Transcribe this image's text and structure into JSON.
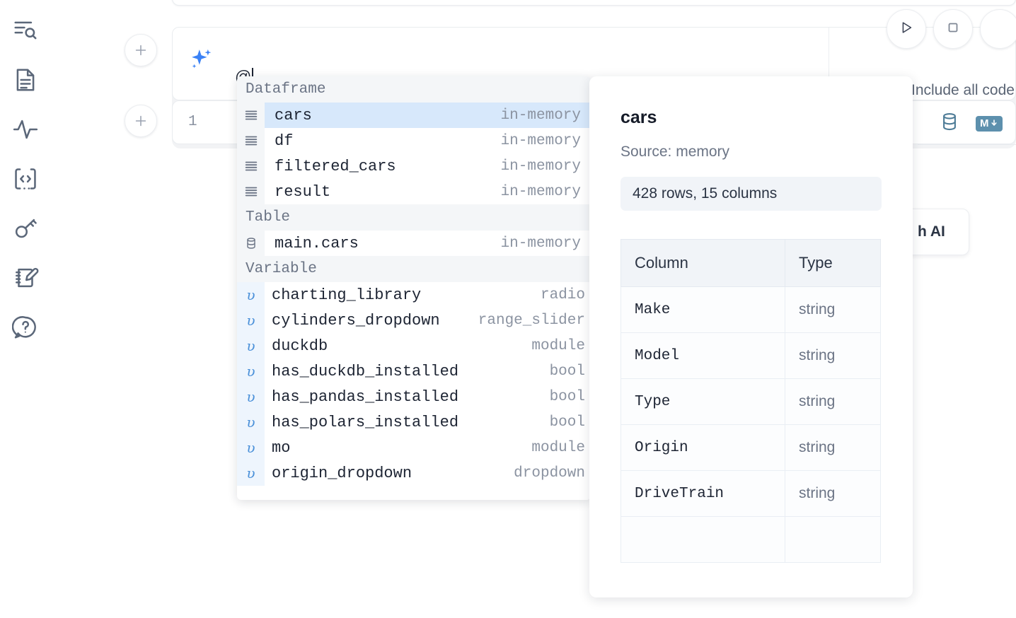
{
  "sidebar": {
    "items": [
      {
        "name": "outline-search-icon",
        "label": "Outline / search"
      },
      {
        "name": "notebook-file-icon",
        "label": "File explorer"
      },
      {
        "name": "activity-pulse-icon",
        "label": "Activity"
      },
      {
        "name": "code-snippets-icon",
        "label": "Snippets"
      },
      {
        "name": "secrets-key-icon",
        "label": "Secrets"
      },
      {
        "name": "scratchpad-edit-icon",
        "label": "Scratchpad"
      },
      {
        "name": "help-chat-icon",
        "label": "Help"
      }
    ]
  },
  "ai_cell": {
    "prompt_value": "@",
    "prompt_placeholder": "",
    "sparkle_icon": "sparkles-icon",
    "include_all_code_label": "Include all code",
    "include_all_code_checked": false,
    "buttons": [
      {
        "name": "run-button",
        "icon": "play-triangle-icon"
      },
      {
        "name": "stop-button",
        "icon": "stop-square-icon"
      },
      {
        "name": "more-button",
        "icon": "circle-icon"
      }
    ]
  },
  "code_cell": {
    "line_number": "1",
    "icons": [
      {
        "name": "database-icon",
        "label": "SQL cell"
      },
      {
        "name": "markdown-icon",
        "label": "M"
      }
    ]
  },
  "floating_chip": {
    "label": "h AI"
  },
  "autocomplete": {
    "groups": [
      {
        "label": "Dataframe",
        "icon": "dataframe-rows-icon",
        "kind": "dataframe",
        "items": [
          {
            "name": "cars",
            "type": "in-memory",
            "selected": true
          },
          {
            "name": "df",
            "type": "in-memory",
            "selected": false
          },
          {
            "name": "filtered_cars",
            "type": "in-memory",
            "selected": false
          },
          {
            "name": "result",
            "type": "in-memory",
            "selected": false
          }
        ]
      },
      {
        "label": "Table",
        "icon": "database-icon",
        "kind": "table",
        "items": [
          {
            "name": "main.cars",
            "type": "in-memory",
            "selected": false
          }
        ]
      },
      {
        "label": "Variable",
        "icon": "upsilon-icon",
        "kind": "variable",
        "items": [
          {
            "name": "charting_library",
            "type": "radio",
            "selected": false
          },
          {
            "name": "cylinders_dropdown",
            "type": "range_slider",
            "selected": false
          },
          {
            "name": "duckdb",
            "type": "module",
            "selected": false
          },
          {
            "name": "has_duckdb_installed",
            "type": "bool",
            "selected": false
          },
          {
            "name": "has_pandas_installed",
            "type": "bool",
            "selected": false
          },
          {
            "name": "has_polars_installed",
            "type": "bool",
            "selected": false
          },
          {
            "name": "mo",
            "type": "module",
            "selected": false
          },
          {
            "name": "origin_dropdown",
            "type": "dropdown",
            "selected": false
          }
        ]
      }
    ]
  },
  "detail_panel": {
    "title": "cars",
    "source": "Source: memory",
    "shape": "428 rows, 15 columns",
    "table": {
      "headers": [
        "Column",
        "Type"
      ],
      "rows": [
        [
          "Make",
          "string"
        ],
        [
          "Model",
          "string"
        ],
        [
          "Type",
          "string"
        ],
        [
          "Origin",
          "string"
        ],
        [
          "DriveTrain",
          "string"
        ]
      ]
    }
  },
  "colors": {
    "accent": "#3b82f6",
    "selected_row": "#d7e8fb",
    "section_bg": "#f4f6f8",
    "text": "#1d2433",
    "muted": "#8b93a1",
    "db_icon": "#4e7c97"
  }
}
